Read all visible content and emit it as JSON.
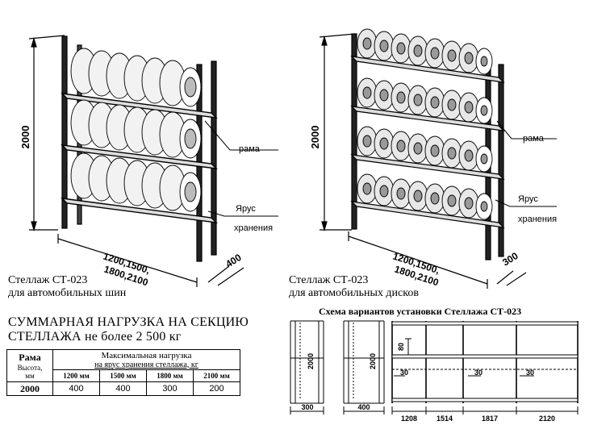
{
  "rack_left": {
    "height_dim": "2000",
    "length_dim_line1": "1200,1500,",
    "length_dim_line2": "1800,2100",
    "depth_dim": "400",
    "frame_label": "рама",
    "tier_label_line1": "Ярус",
    "tier_label_line2": "хранения",
    "caption_line1": "Стеллаж СТ-023",
    "caption_line2": "для автомобильных шин"
  },
  "rack_right": {
    "height_dim": "2000",
    "length_dim_line1": "1200,1500,",
    "length_dim_line2": "1800,2100",
    "depth_dim": "300",
    "frame_label": "рама",
    "tier_label_line1": "Ярус",
    "tier_label_line2": "хранения",
    "caption_line1": "Стеллаж СТ-023",
    "caption_line2": "для автомобильных дисков"
  },
  "load_summary": {
    "line1": "СУММАРНАЯ НАГРУЗКА НА СЕКЦИЮ",
    "line2": "СТЕЛЛАЖА не более 2 500 кг"
  },
  "load_table": {
    "frame_header": "Рама",
    "height_header_line1": "Высота,",
    "height_header_line2": "мм",
    "max_load_header_line1": "Максимальная нагрузка",
    "max_load_header_line2": "на ярус хранения стеллажа, кг",
    "columns": [
      "1200 мм",
      "1500 мм",
      "1800 мм",
      "2100 мм"
    ],
    "rows": [
      {
        "height": "2000",
        "values": [
          "400",
          "400",
          "300",
          "200"
        ]
      }
    ]
  },
  "scheme": {
    "title": "Схема вариантов установки Стеллажа СТ-023",
    "frame1_height": "2000",
    "frame1_depth": "300",
    "frame2_height": "2000",
    "frame2_depth": "400",
    "tier_gap": "80",
    "gaps": [
      "30",
      "30",
      "30"
    ],
    "lengths": [
      "1208",
      "1514",
      "1817",
      "2120"
    ]
  }
}
